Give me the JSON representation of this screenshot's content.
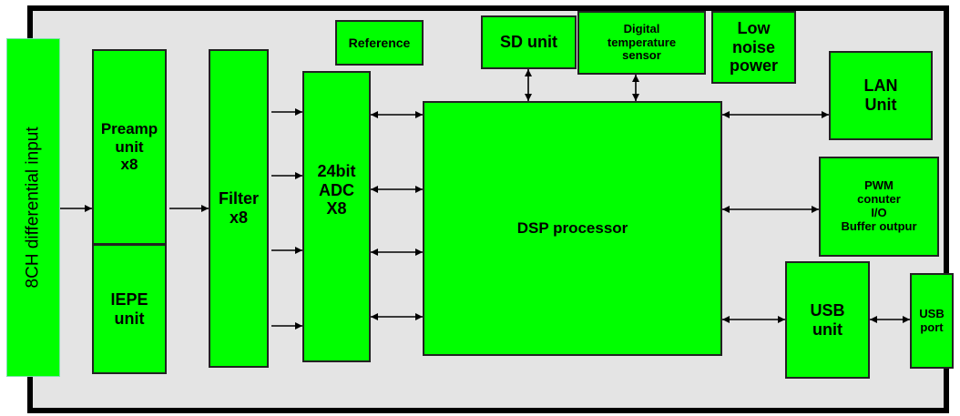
{
  "diagram": {
    "blocks": {
      "input": "8CH differential input",
      "preamp": "Preamp\nunit\nx8",
      "iepe": "IEPE\nunit",
      "filter": "Filter\nx8",
      "reference": "Reference",
      "adc": "24bit\nADC\nX8",
      "sd": "SD unit",
      "temp": "Digital\ntemperature\nsensor",
      "power": "Low\nnoise\npower",
      "dsp": "DSP processor",
      "lan": "LAN\nUnit",
      "pwm": "PWM\nconuter\nI/O\nBuffer outpur",
      "usb_unit": "USB\nunit",
      "usb_port": "USB\nport"
    },
    "colors": {
      "block_fill": "#00ff00",
      "background": "#e4e4e4",
      "frame": "#000000"
    }
  }
}
